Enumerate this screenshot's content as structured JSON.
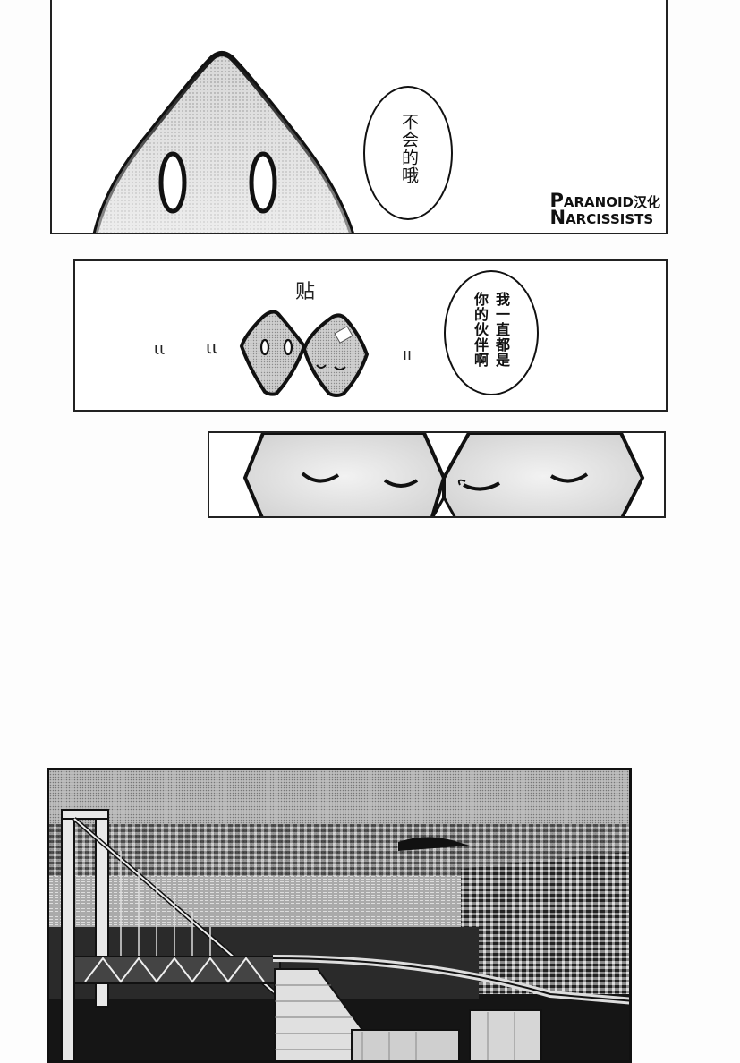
{
  "page": {
    "type": "manga-page",
    "background": "#fdfdfd"
  },
  "panel1": {
    "speech_bubble": {
      "text": "不会的哦"
    },
    "watermark": {
      "line1_initial": "P",
      "line1_rest": "ARANOID汉化",
      "line2_initial": "N",
      "line2_rest": "ARCISSISTS"
    }
  },
  "panel2": {
    "sfx": {
      "tie": "贴",
      "wiggle_left_1": "ιι",
      "wiggle_left_2": "ιι",
      "wiggle_right": "ıı"
    },
    "speech_bubble": {
      "line1": "我一直都是",
      "line2": "你的伙伴啊"
    }
  },
  "panel3": {
    "description": "close-up of two characters' faces touching, eyes closed"
  },
  "panel4": {
    "description": "cityscape with suspension bridge, harbor cranes, and highway"
  }
}
